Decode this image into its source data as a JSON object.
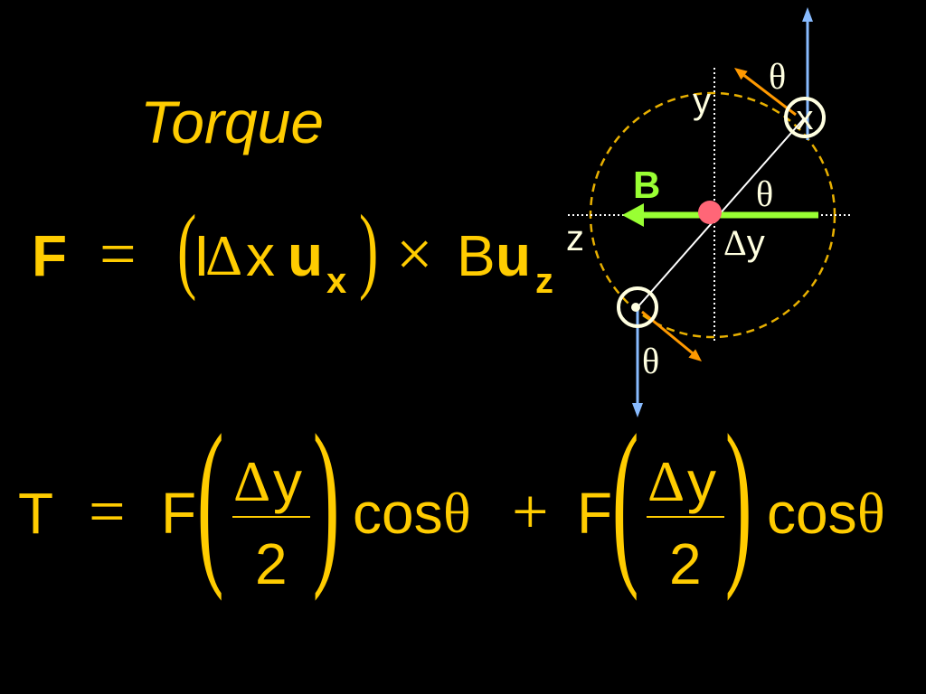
{
  "title": "Torque",
  "colors": {
    "background": "#000000",
    "text": "#FFCC00",
    "magnetic_field": "#99FF33",
    "current": "#88BBFF",
    "force": "#FF9900",
    "axes": "#FFFFFF",
    "labels": "#FFFFE0",
    "rotation_axis": "#FF6677",
    "rotation_path": "#E8B000"
  },
  "force_equation": {
    "lhs": "F",
    "equals": "=",
    "open_paren": "(",
    "current": "I",
    "delta": "Δ",
    "length": "x",
    "unit_vector_1": "u",
    "unit_vector_1_sub": "x",
    "close_paren": ")",
    "cross": "×",
    "field": "B",
    "unit_vector_2": "u",
    "unit_vector_2_sub": "z"
  },
  "torque_equation": {
    "lhs": "T",
    "equals": "=",
    "plus": "+",
    "terms": [
      {
        "factor": "F",
        "open_paren": "(",
        "numerator_delta": "Δ",
        "numerator_var": "y",
        "denominator": "2",
        "close_paren": ")",
        "function": "cos",
        "angle": "θ"
      },
      {
        "factor": "F",
        "open_paren": "(",
        "numerator_delta": "Δ",
        "numerator_var": "y",
        "denominator": "2",
        "close_paren": ")",
        "function": "cos",
        "angle": "θ"
      }
    ]
  },
  "diagram": {
    "y_axis_label": "y",
    "z_axis_label": "z",
    "field_label": "B",
    "loop_width_delta": "Δ",
    "loop_width_var": "y",
    "angle_labels": [
      "θ",
      "θ",
      "θ"
    ],
    "current_into_page_symbol": "x"
  }
}
